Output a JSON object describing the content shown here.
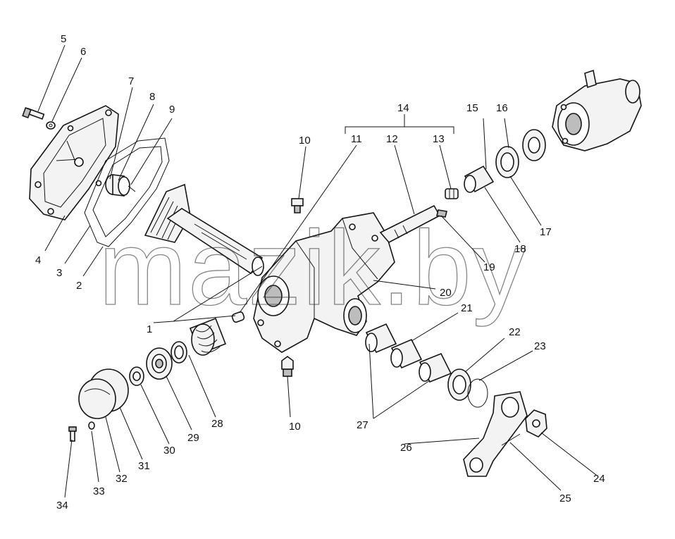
{
  "watermark": "mazik.by",
  "labels": {
    "n1": "1",
    "n2": "2",
    "n3": "3",
    "n4": "4",
    "n5": "5",
    "n6": "6",
    "n7": "7",
    "n8": "8",
    "n9": "9",
    "n10a": "10",
    "n10b": "10",
    "n11": "11",
    "n12": "12",
    "n13": "13",
    "n14": "14",
    "n15": "15",
    "n16": "16",
    "n17": "17",
    "n18": "18",
    "n19": "19",
    "n20": "20",
    "n21": "21",
    "n22": "22",
    "n23": "23",
    "n24": "24",
    "n25": "25",
    "n26": "26",
    "n27": "27",
    "n28": "28",
    "n29": "29",
    "n30": "30",
    "n31": "31",
    "n32": "32",
    "n33": "33",
    "n34": "34"
  }
}
